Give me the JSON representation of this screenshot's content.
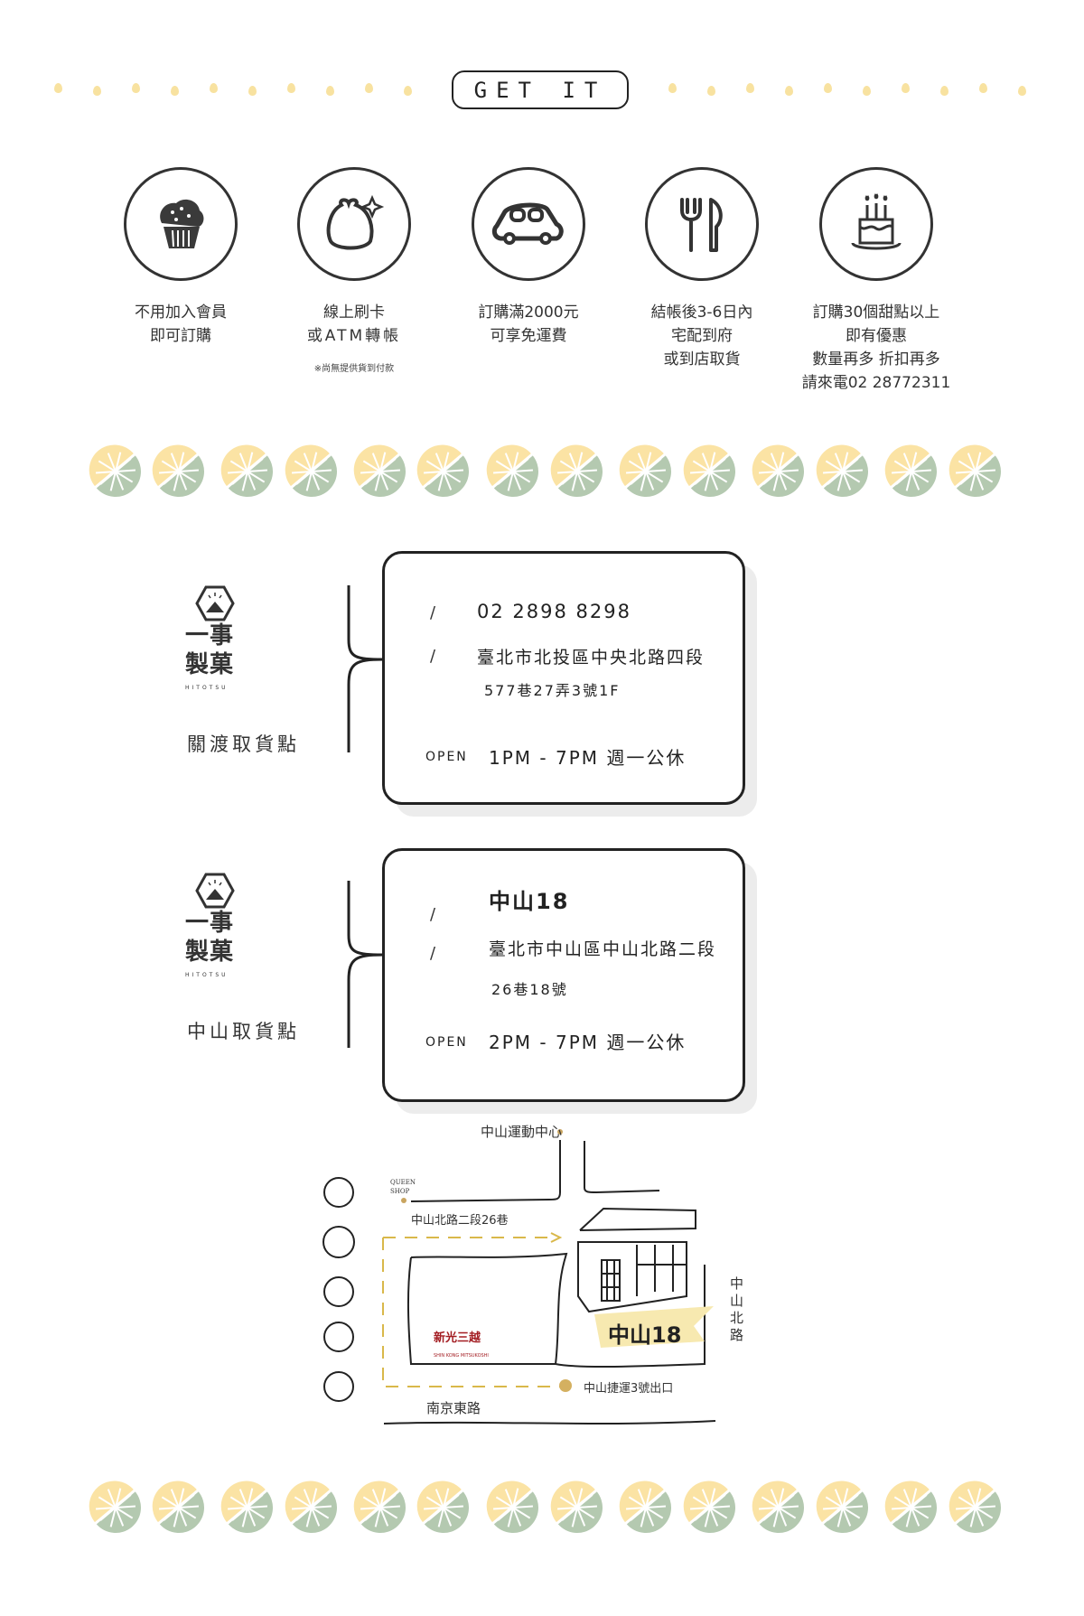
{
  "header": {
    "title": "GET IT"
  },
  "features": [
    {
      "icon": "muffin-icon",
      "lines": [
        "不用加入會員",
        "即可訂購"
      ]
    },
    {
      "icon": "coin-purse-icon",
      "lines": [
        "線上刷卡",
        "或ATM轉帳"
      ],
      "note": "※尚無提供貨到付款"
    },
    {
      "icon": "car-icon",
      "lines": [
        "訂購滿2000元",
        "可享免運費"
      ]
    },
    {
      "icon": "fork-knife-icon",
      "lines": [
        "結帳後3-6日內",
        "宅配到府",
        "或到店取貨"
      ]
    },
    {
      "icon": "birthday-cake-icon",
      "lines": [
        "訂購30個甜點以上",
        "即有優惠",
        "數量再多 折扣再多",
        "請來電02 28772311"
      ]
    }
  ],
  "brand": {
    "name_line1": "一事",
    "name_line2": "製菓",
    "name_en": "HITOTSU"
  },
  "locations": [
    {
      "label": "關渡取貨點",
      "phone": "02  2898 8298",
      "address1": "臺北市北投區中央北路四段",
      "address2": "577巷27弄3號1F",
      "hours": "1PM - 7PM  週一公休",
      "open": "OPEN"
    },
    {
      "label": "中山取貨點",
      "name": "中山18",
      "address1": "臺北市中山區中山北路二段",
      "address2": "26巷18號",
      "hours": "2PM - 7PM  週一公休",
      "open": "OPEN"
    }
  ],
  "map": {
    "landmark_top": "中山運動中心",
    "queen_shop": "QUEEN SHOP",
    "lane": "中山北路二段26巷",
    "mall": "新光三越",
    "mall_en": "SHIN KONG MITSUKOSHI",
    "shop": "中山18",
    "road_right": "中山北路",
    "mrt": "中山捷運3號出口",
    "road_bottom": "南京東路"
  },
  "colors": {
    "accent_yellow": "#f8e2a0",
    "lime_green": "#b4c9b0",
    "lemon_yellow": "#fbe3a4",
    "dark": "#222222",
    "card_gray": "#ececec",
    "mall_red": "#a31d22",
    "mrt_dot": "#d4b060"
  }
}
